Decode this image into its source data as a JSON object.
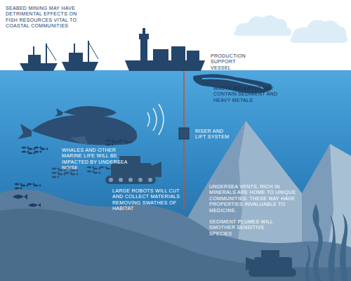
{
  "diagram": {
    "labels": [
      "SEABED MINING MAY HAVE DETRIMENTAL EFFECTS ON FISH RESOURCES VITAL TO COASTAL COMMUNITIES",
      "PRODUCTION SUPPORT VESSEL",
      "WASTE RELEASED MAY CONTAIN SEDIMENT AND HEAVY METALS",
      "RISER AND LIFT SYSTEM",
      "WHALES AND OTHER MARINE LIFE WILL BE IMPACTED BY UNDERSEA NOISE",
      "LARGE ROBOTS WILL CUT AND COLLECT MATERIALS REMOVING SWATHES OF HABITAT",
      "UNDERSEA VENTS, RICH IN MINERALS ARE HOME TO UNIQUE COMMUNITIES. THESE MAY HAVE PROPERTIES INVALUABLE TO MEDICINE.",
      "SEDIMENT PLUMES WILL SMOTHER SENSITIVE SPECIES"
    ]
  }
}
